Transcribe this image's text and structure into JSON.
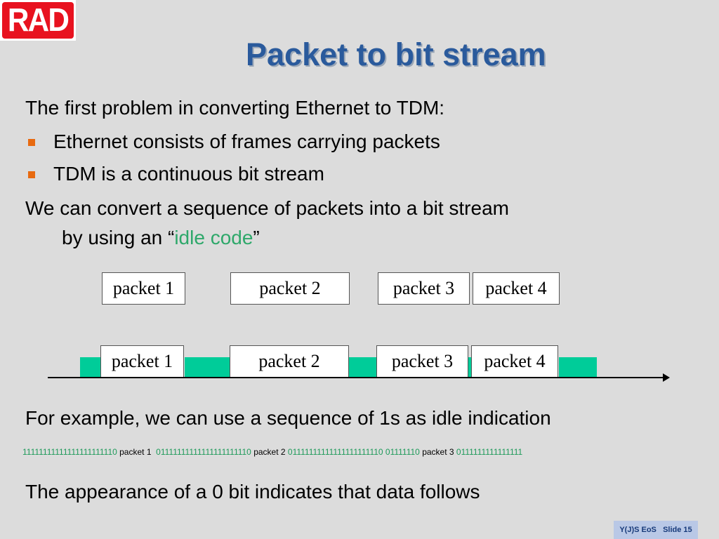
{
  "logo": {
    "text": "RAD"
  },
  "title": "Packet to bit stream",
  "intro": "The first problem in converting Ethernet to TDM:",
  "bullets": [
    "Ethernet consists of frames carrying packets",
    "TDM is a continuous bit stream"
  ],
  "convert": {
    "line1": "We can convert a sequence of packets into a bit stream",
    "line2_prefix": "by using an “",
    "idle_code": "idle code",
    "line2_suffix": "”"
  },
  "diagram": {
    "top_packets": [
      "packet 1",
      "packet 2",
      "packet 3",
      "packet 4"
    ],
    "bottom_packets": [
      "packet 1",
      "packet 2",
      "packet 3",
      "packet 4"
    ]
  },
  "example": "For example, we can use a sequence of 1s as idle indication",
  "bitstream": [
    {
      "text": "11111111111111111111110",
      "kind": "idle"
    },
    {
      "text": " packet 1  ",
      "kind": "packet"
    },
    {
      "text": "01111111111111111111110",
      "kind": "idle"
    },
    {
      "text": " packet 2 ",
      "kind": "packet"
    },
    {
      "text": "01111111111111111111110 01111110",
      "kind": "idle"
    },
    {
      "text": " packet 3 ",
      "kind": "packet"
    },
    {
      "text": "0111111111111111",
      "kind": "idle"
    }
  ],
  "conclusion": "The appearance of a 0 bit indicates that data follows",
  "footer": {
    "course": "Y(J)S EoS",
    "slide": "Slide 15"
  },
  "colors": {
    "title": "#2a5a9c",
    "bullet": "#e86a10",
    "idle_fill": "#00cc99",
    "idle_text": "#2ea86a",
    "logo": "#e8121f"
  }
}
